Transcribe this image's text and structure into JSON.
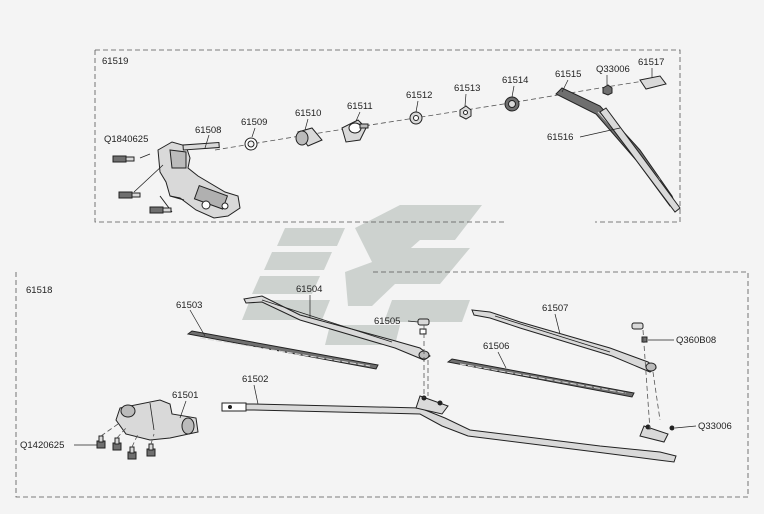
{
  "colors": {
    "background": "#f4f4f4",
    "line": "#222222",
    "part_fill": "#d9d9d9",
    "part_dark": "#6f6f6f",
    "watermark": "#c7cdc9"
  },
  "groups": {
    "upper": "61519",
    "lower": "61518"
  },
  "labels": {
    "l61508": "61508",
    "lQ1840625": "Q1840625",
    "l61509": "61509",
    "l61510": "61510",
    "l61511": "61511",
    "l61512": "61512",
    "l61513": "61513",
    "l61514": "61514",
    "l61515": "61515",
    "lQ33006a": "Q33006",
    "l61517": "61517",
    "l61516": "61516",
    "l61503": "61503",
    "l61504": "61504",
    "l61505": "61505",
    "l61507": "61507",
    "l61506": "61506",
    "lQ360B08": "Q360B08",
    "l61502": "61502",
    "l61501": "61501",
    "lQ1420625": "Q1420625",
    "lQ33006b": "Q33006"
  }
}
